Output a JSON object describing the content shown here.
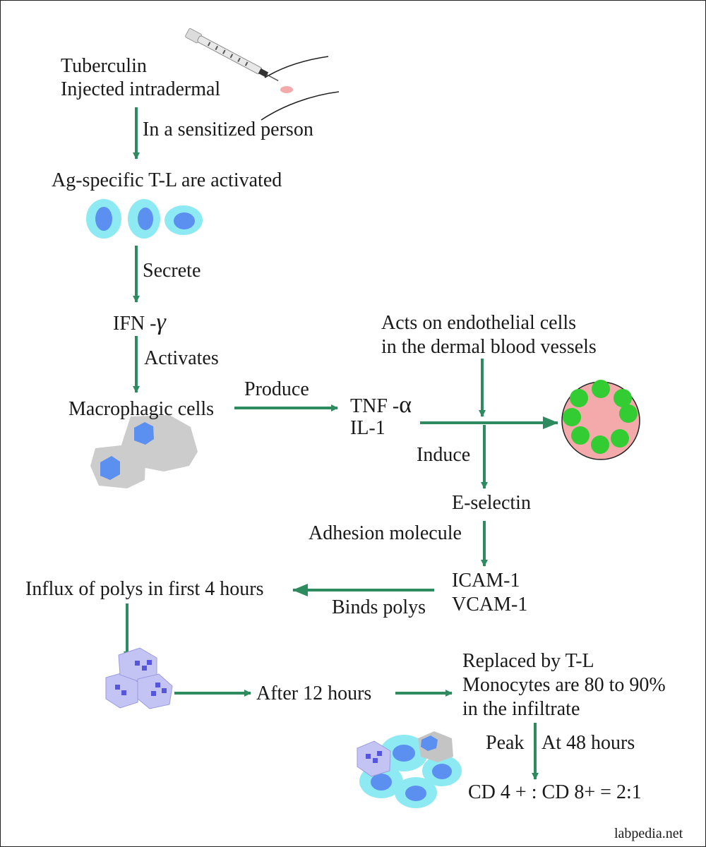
{
  "labels": {
    "tuberculin": "Tuberculin",
    "injected": "Injected intradermal",
    "sensitized": "In a sensitized person",
    "ag_specific": "Ag-specific T-L are activated",
    "secrete": "Secrete",
    "ifn": "IFN -",
    "gamma": "γ",
    "activates": "Activates",
    "macrophagic": "Macrophagic cells",
    "produce": "Produce",
    "tnf": "TNF -",
    "alpha": "α",
    "il1": "IL-1",
    "acts_on_1": "Acts on endothelial cells",
    "acts_on_2": "in the dermal blood vessels",
    "induce": "Induce",
    "eselectin": "E-selectin",
    "adhesion": "Adhesion molecule",
    "icam": "ICAM-1",
    "vcam": "VCAM-1",
    "binds": "Binds polys",
    "influx": "Influx of polys in first 4 hours",
    "after12": "After 12 hours",
    "replaced_1": "Replaced by T-L",
    "replaced_2": "Monocytes are 80 to 90%",
    "replaced_3": "in the infiltrate",
    "peak": "Peak",
    "at48": "At 48 hours",
    "ratio": "CD 4 + : CD 8+ = 2:1",
    "watermark": "labpedia.net"
  },
  "icons": {
    "syringe": "syringe-icon",
    "tcell": "t-lymphocyte-icon",
    "macrophage": "macrophage-icon",
    "vessel": "blood-vessel-cross-section-icon",
    "poly": "polymorphonuclear-cell-icon"
  },
  "colors": {
    "arrow": "#2e8b5f",
    "cell_cyan": "#8eeaf2",
    "nucleus": "#5b8ff0",
    "macrophage": "#cccccc",
    "vessel_fill": "#f4aaaa",
    "endothelial": "#33cc33",
    "poly": "#c4c4f4",
    "poly_granule": "#5555dd"
  }
}
